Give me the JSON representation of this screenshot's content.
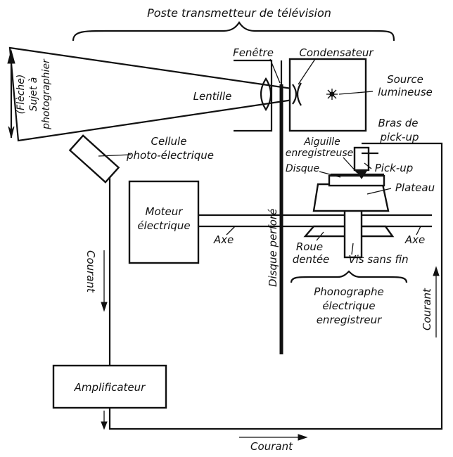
{
  "title": "Poste transmetteur de télévision",
  "subject": {
    "line1": "(Flèche)",
    "line2": "Sujet à",
    "line3": "photographier"
  },
  "labels": {
    "fenetre": "Fenêtre",
    "condensateur": "Condensateur",
    "source_line1": "Source",
    "source_line2": "lumineuse",
    "lentille": "Lentille",
    "cellule_line1": "Cellule",
    "cellule_line2": "photo-électrique",
    "bras_line1": "Bras de",
    "bras_line2": "pick-up",
    "aiguille_line1": "Aiguille",
    "aiguille_line2": "enregistreuse",
    "disque_small": "Disque",
    "pickup": "Pick-up",
    "plateau": "Plateau",
    "moteur_line1": "Moteur",
    "moteur_line2": "électrique",
    "axe_left": "Axe",
    "axe_right": "Axe",
    "disque_perfore": "Disque   perforé",
    "roue_line1": "Roue",
    "roue_line2": "dentée",
    "vis": "Vis sans fin",
    "phono_line1": "Phonographe",
    "phono_line2": "électrique",
    "phono_line3": "enregistreur",
    "courant_left": "Courant",
    "courant_right": "Courant",
    "courant_bottom": "Courant",
    "amplificateur": "Amplificateur"
  }
}
